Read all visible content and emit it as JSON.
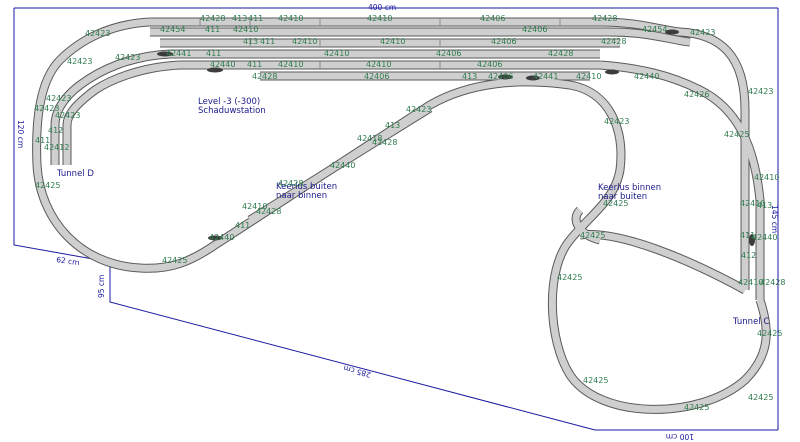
{
  "title": "",
  "dimensions": {
    "top": "400 cm",
    "left": "120 cm",
    "right": "145 cm",
    "bottom_left": "62 cm",
    "step": "95 cm",
    "diagonal": "285 cm",
    "bottom_right": "100 cm"
  },
  "notes": {
    "level": "Level -3 (-300)",
    "station": "Schaduwstation",
    "tunnel_d": "Tunnel D",
    "tunnel_c": "Tunnel C",
    "loop_left_1": "Keerlus buiten",
    "loop_left_2": "naar binnen",
    "loop_right_1": "Keerlus binnen",
    "loop_right_2": "naar buiten"
  },
  "part_labels": {
    "row1": [
      "42428",
      "413",
      "411",
      "42410",
      "42410",
      "42406",
      "42428"
    ],
    "row2": [
      "42454",
      "411",
      "42410",
      "42406",
      "42454",
      "42423"
    ],
    "row3": [
      "42423",
      "413",
      "411",
      "42410",
      "42410",
      "42406",
      "42428"
    ],
    "row4": [
      "42441",
      "411",
      "42410",
      "42406",
      "42428"
    ],
    "row5": [
      "42423",
      "42440",
      "411",
      "42410",
      "42410",
      "42406",
      "42410",
      "42440"
    ],
    "row6": [
      "42428",
      "42406",
      "413",
      "42406",
      "42441"
    ],
    "left": [
      "42423",
      "42423",
      "42423",
      "42423",
      "411",
      "412",
      "42412",
      "42425",
      "42425"
    ],
    "middle": [
      "42423",
      "413",
      "42418",
      "42428",
      "42440",
      "42428",
      "42410",
      "42428",
      "411",
      "42440"
    ],
    "right": [
      "42423",
      "42426",
      "42423",
      "42425",
      "42410",
      "413",
      "42410",
      "411",
      "42440",
      "412",
      "42428",
      "42425",
      "42410",
      "42425",
      "42425",
      "42425",
      "42425",
      "42425",
      "42425"
    ]
  }
}
